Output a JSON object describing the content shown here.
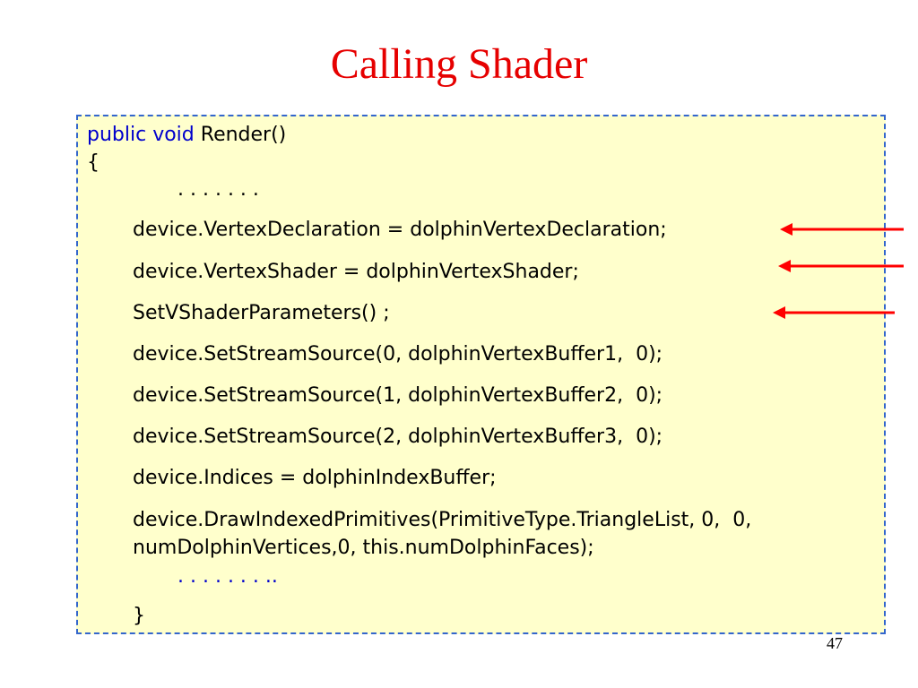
{
  "title": "Calling Shader",
  "page_number": "47",
  "code": {
    "kw_public": "public",
    "kw_void": "void",
    "sig_rest": "Render()",
    "open_brace": "{",
    "dots_top": ". . . . . . .",
    "line_vertex_decl": "device.VertexDeclaration = dolphinVertexDeclaration;",
    "line_vertex_shader": "device.VertexShader = dolphinVertexShader;",
    "line_set_params": "SetVShaderParameters() ;",
    "line_stream0": "device.SetStreamSource(0, dolphinVertexBuffer1,  0);",
    "line_stream1": "device.SetStreamSource(1, dolphinVertexBuffer2,  0);",
    "line_stream2": "device.SetStreamSource(2, dolphinVertexBuffer3,  0);",
    "line_indices": "device.Indices = dolphinIndexBuffer;",
    "line_draw_1": "device.DrawIndexedPrimitives(PrimitiveType.TriangleList, 0,  0,",
    "line_draw_2": "numDolphinVertices,0, this.numDolphinFaces);",
    "dots_bottom": ". . . . . . . ..",
    "close_brace": "}"
  },
  "colors": {
    "title": "#e60000",
    "keyword": "#0000cc",
    "box_background": "#ffffcc",
    "box_border": "#3366cc",
    "arrow": "#ff0000"
  }
}
